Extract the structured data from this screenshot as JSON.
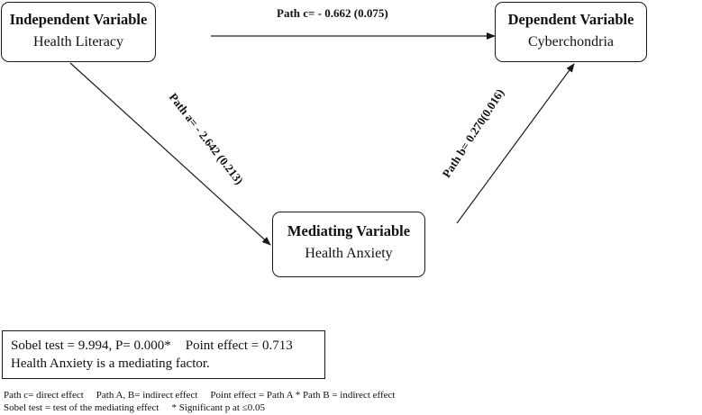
{
  "nodes": {
    "independent": {
      "title": "Independent Variable",
      "label": "Health Literacy"
    },
    "dependent": {
      "title": "Dependent Variable",
      "label": "Cyberchondria"
    },
    "mediating": {
      "title": "Mediating Variable",
      "label": "Health Anxiety"
    }
  },
  "paths": {
    "c": "Path c= - 0.662 (0.075)",
    "a": "Path a= - 2.642 (0.213)",
    "b": "Path b= 0.270(0.016)"
  },
  "summary": {
    "sobel": "Sobel test = 9.994, P= 0.000*",
    "point_effect": "Point effect = 0.713",
    "conclusion": "Health Anxiety is a mediating factor."
  },
  "footnotes": {
    "direct": "Path c= direct effect",
    "indirect": "Path A, B= indirect effect",
    "point": "Point effect = Path A * Path B = indirect effect",
    "sobel_def": "Sobel test = test of the mediating effect",
    "significance": "* Significant p at ≤0.05"
  }
}
